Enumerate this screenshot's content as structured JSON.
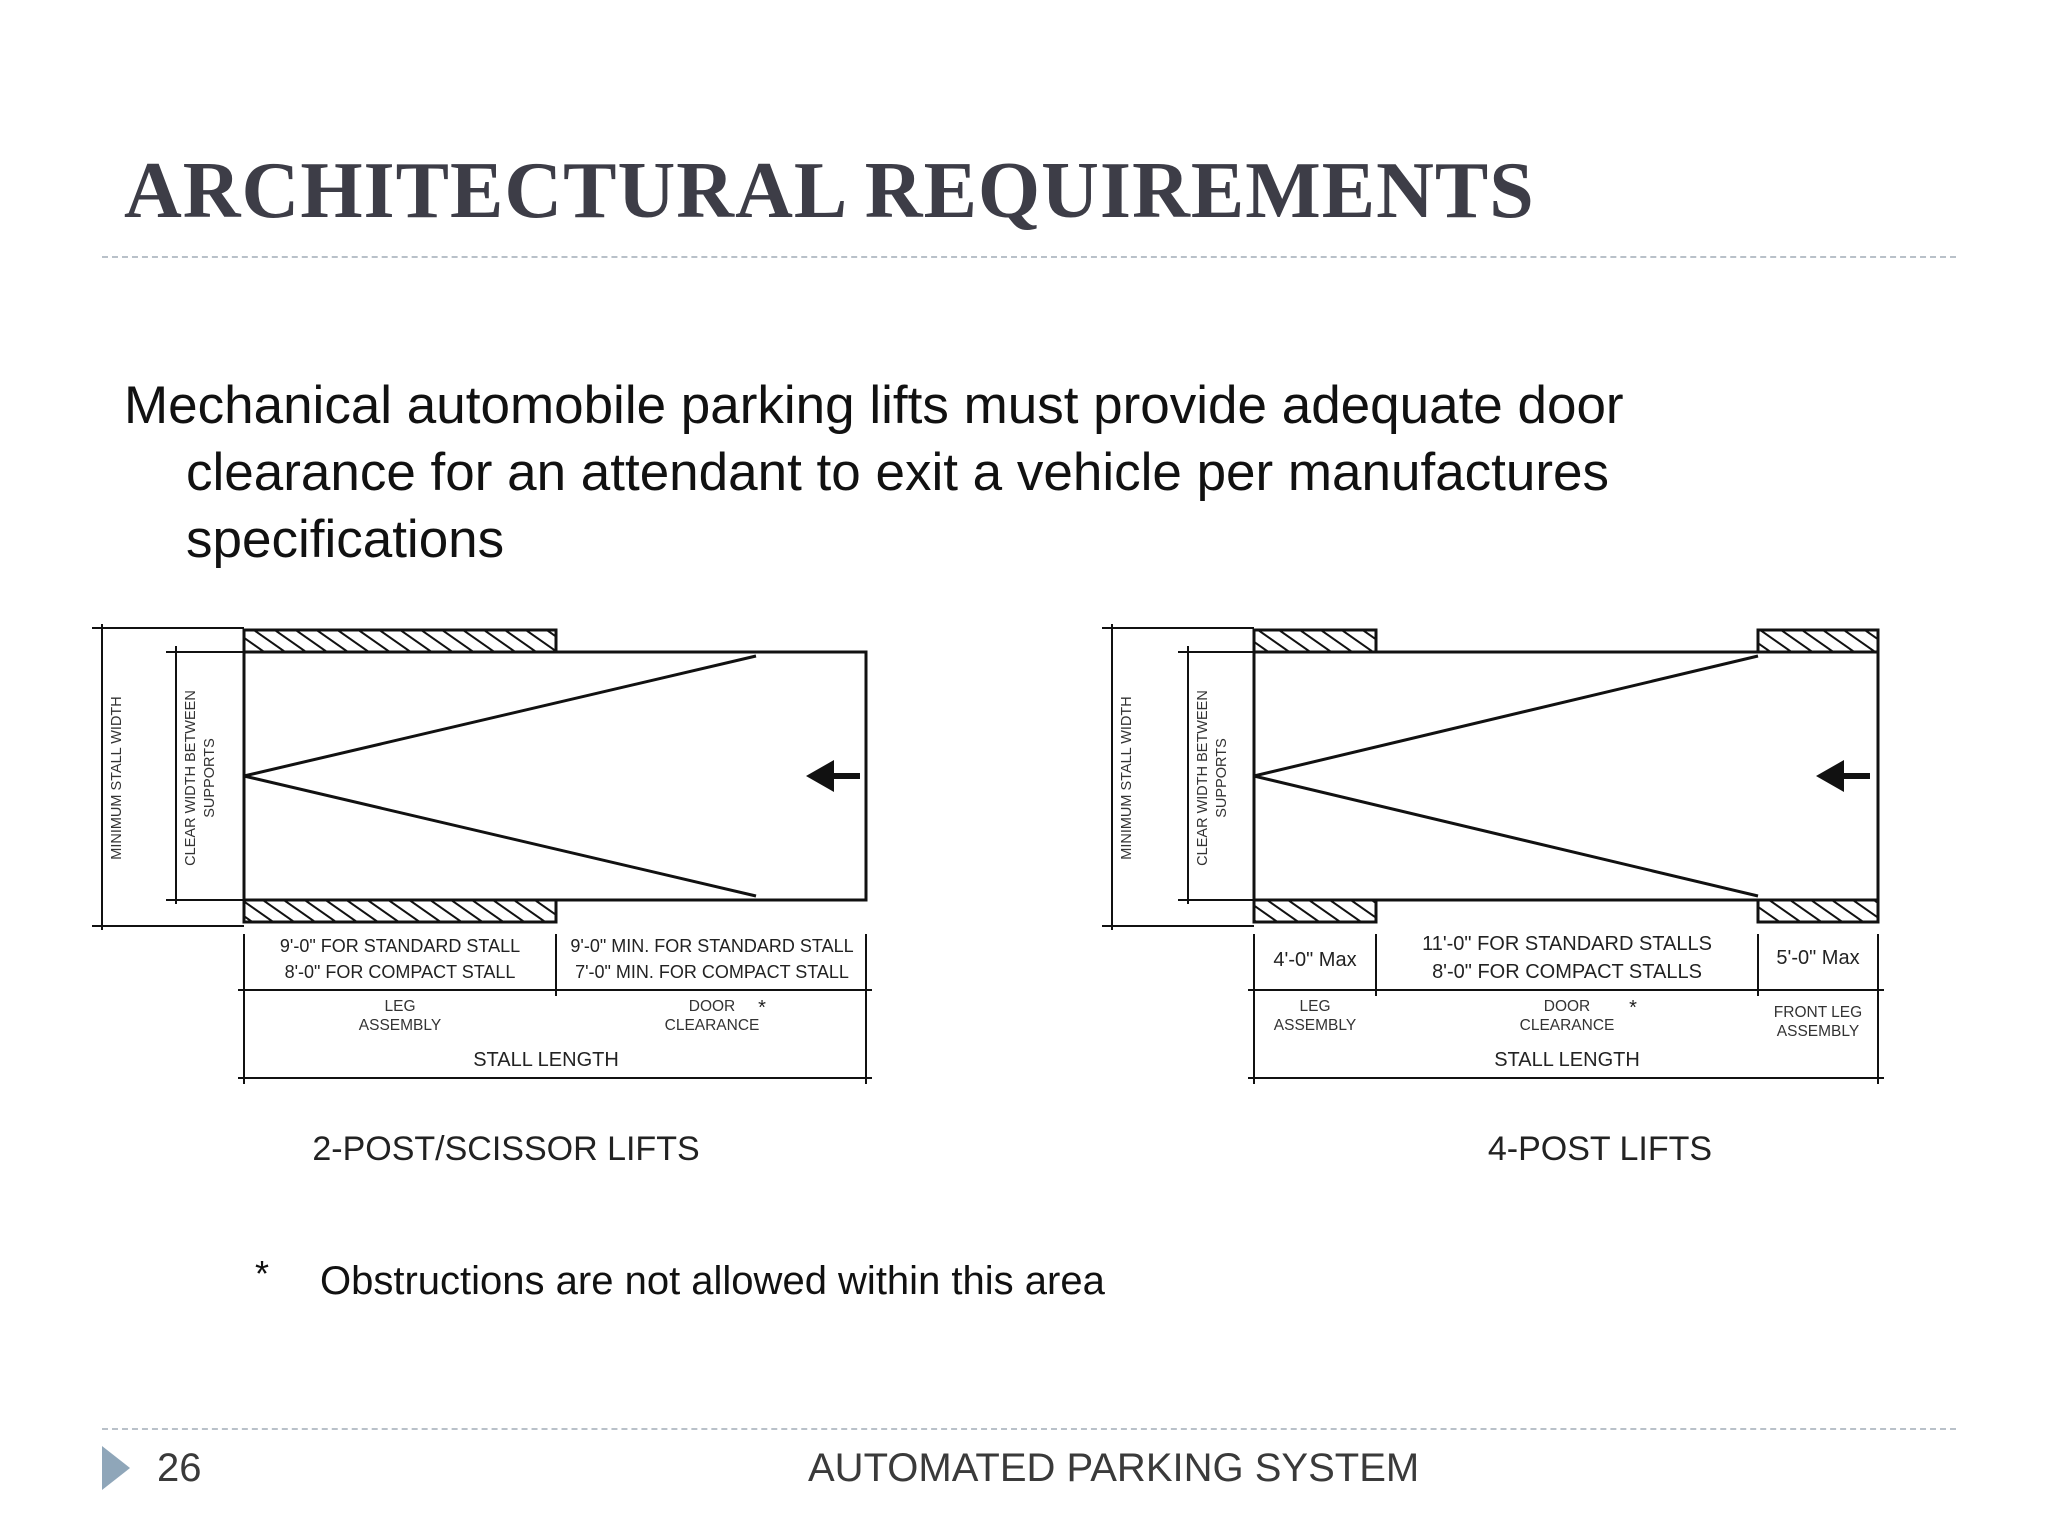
{
  "slide": {
    "title": "ARCHITECTURAL REQUIREMENTS",
    "body": "Mechanical automobile parking lifts must provide adequate door clearance for an attendant to exit a vehicle per manufactures specifications",
    "note_marker": "*",
    "note": "Obstructions are not allowed within this area",
    "page_number": "26",
    "footer": "AUTOMATED PARKING SYSTEM"
  },
  "diagram_left": {
    "caption": "2-POST/SCISSOR LIFTS",
    "min_width_label": "MINIMUM STALL WIDTH",
    "clear_width_label_line1": "CLEAR WIDTH BETWEEN",
    "clear_width_label_line2": "SUPPORTS",
    "leg_dim_line1": "9'-0\" FOR STANDARD STALL",
    "leg_dim_line2": "8'-0\" FOR COMPACT STALL",
    "door_dim_line1": "9'-0\" MIN. FOR STANDARD STALL",
    "door_dim_line2": "7'-0\" MIN. FOR COMPACT STALL",
    "leg_label_line1": "LEG",
    "leg_label_line2": "ASSEMBLY",
    "door_label_line1": "DOOR",
    "door_label_line2": "CLEARANCE",
    "door_marker": "*",
    "stall_length": "STALL LENGTH"
  },
  "diagram_right": {
    "caption": "4-POST LIFTS",
    "min_width_label": "MINIMUM STALL WIDTH",
    "clear_width_label_line1": "CLEAR WIDTH BETWEEN",
    "clear_width_label_line2": "SUPPORTS",
    "leg_dim": "4'-0\" Max",
    "door_dim_line1": "11'-0\" FOR STANDARD STALLS",
    "door_dim_line2": "8'-0\" FOR COMPACT STALLS",
    "front_dim": "5'-0\" Max",
    "leg_label_line1": "LEG",
    "leg_label_line2": "ASSEMBLY",
    "door_label_line1": "DOOR",
    "door_label_line2": "CLEARANCE",
    "door_marker": "*",
    "front_label_line1": "FRONT LEG",
    "front_label_line2": "ASSEMBLY",
    "stall_length": "STALL LENGTH"
  }
}
